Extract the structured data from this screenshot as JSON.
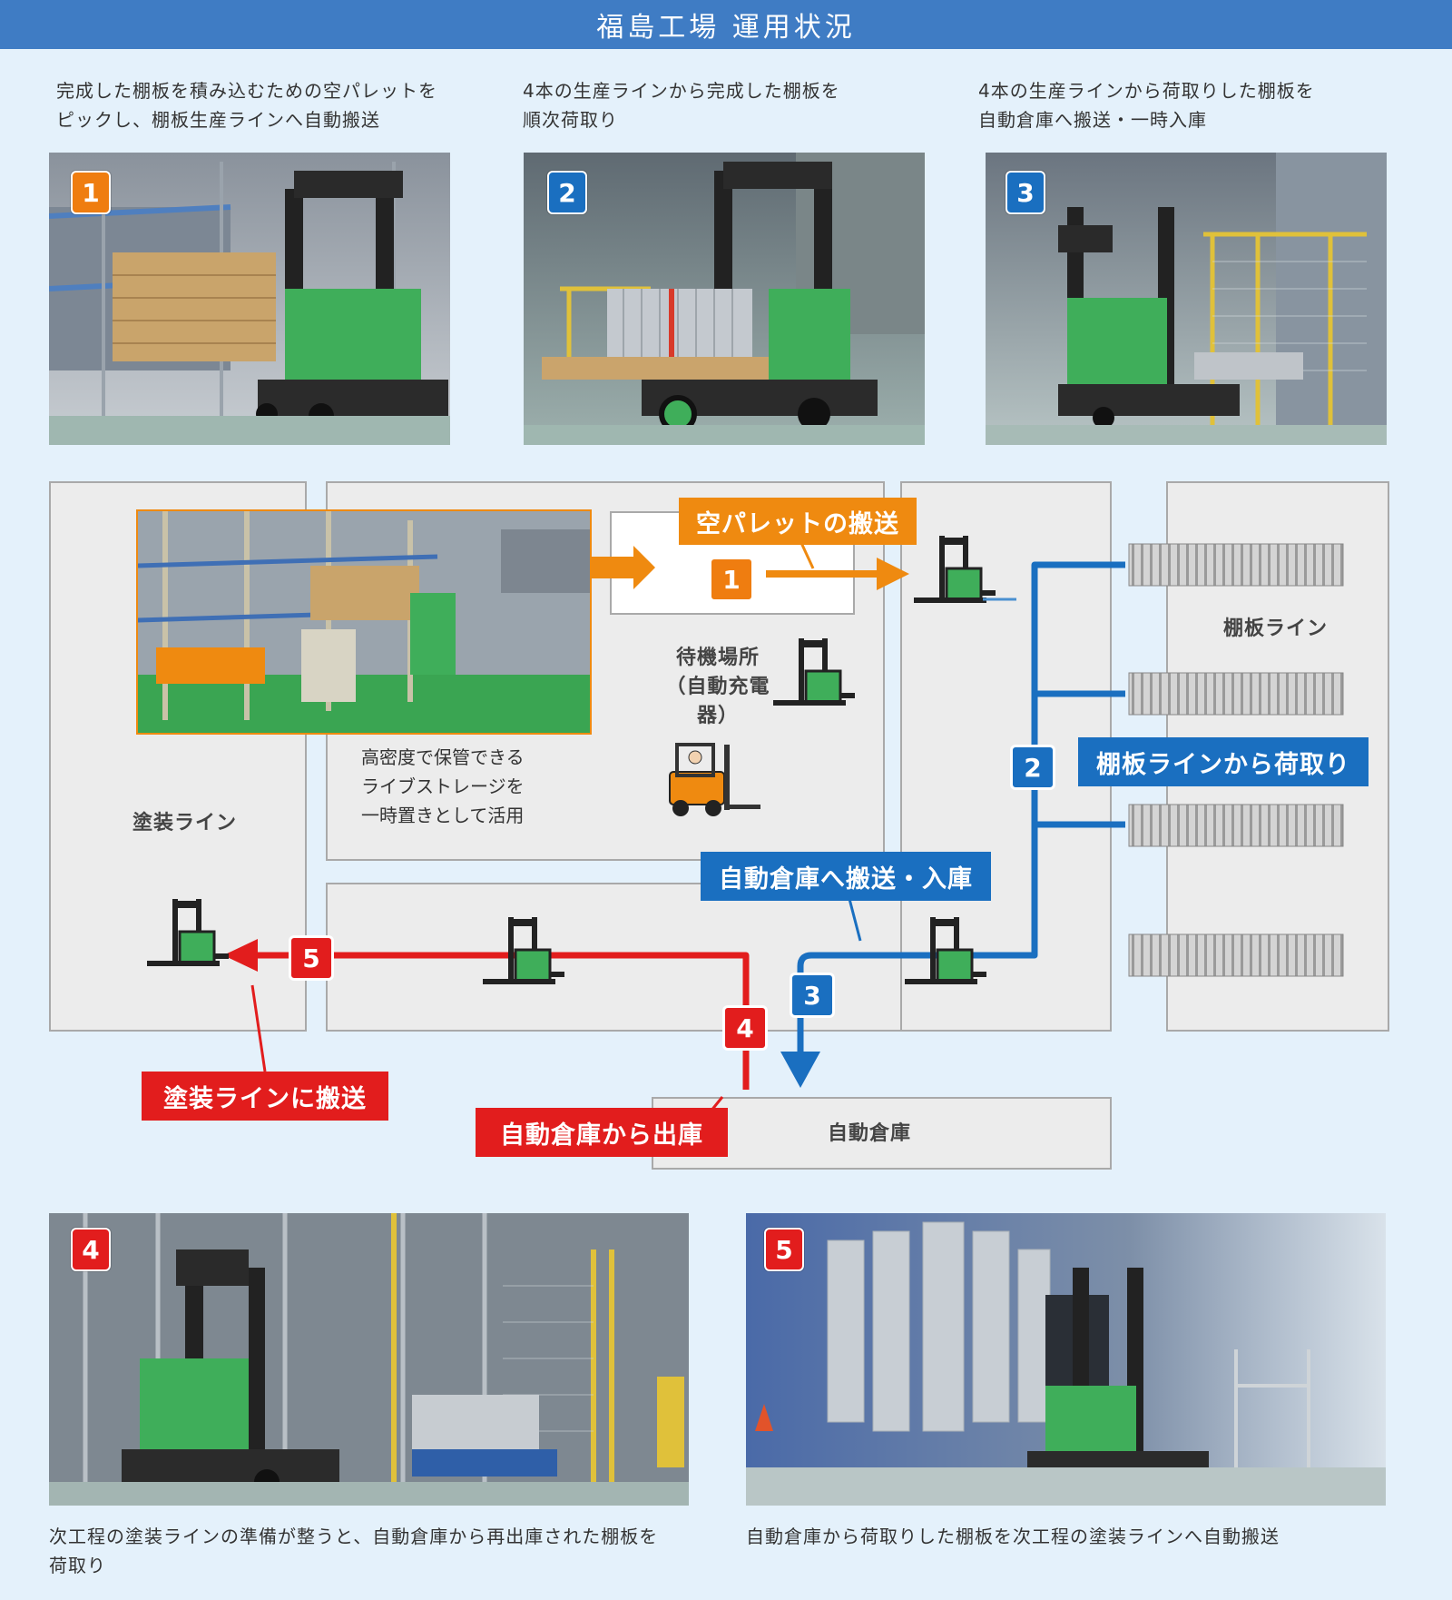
{
  "title": "福島工場 運用状況",
  "top_steps": [
    {
      "num": "1",
      "caption_line1": "完成した棚板を積み込むための空パレットを",
      "caption_line2": "ピックし、棚板生産ラインへ自動搬送"
    },
    {
      "num": "2",
      "caption_line1": "4本の生産ラインから完成した棚板を",
      "caption_line2": "順次荷取り"
    },
    {
      "num": "3",
      "caption_line1": "4本の生産ラインから荷取りした棚板を",
      "caption_line2": "自動倉庫へ搬送・一時入庫"
    }
  ],
  "diagram": {
    "zones": {
      "painting_line": "塗装ライン",
      "waiting_area_line1": "待機場所",
      "waiting_area_line2": "（自動充電器）",
      "storage_note_line1": "高密度で保管できる",
      "storage_note_line2": "ライブストレージを",
      "storage_note_line3": "一時置きとして活用",
      "shelf_line": "棚板ライン",
      "auto_warehouse": "自動倉庫"
    },
    "callouts": {
      "empty_pallet": "空パレットの搬送",
      "pick_from_shelf_line": "棚板ラインから荷取り",
      "to_warehouse": "自動倉庫へ搬送・入庫",
      "from_warehouse": "自動倉庫から出庫",
      "to_painting": "塗装ラインに搬送"
    },
    "step_markers": [
      "1",
      "2",
      "3",
      "4",
      "5"
    ]
  },
  "bottom_steps": [
    {
      "num": "4",
      "caption_line1": "次工程の塗装ラインの準備が整うと、自動倉庫から再出庫された棚板を",
      "caption_line2": "荷取り"
    },
    {
      "num": "5",
      "caption_line1": "自動倉庫から荷取りした棚板を次工程の塗装ラインへ自動搬送",
      "caption_line2": ""
    }
  ],
  "colors": {
    "header": "#3f7cc4",
    "orange": "#ef8a10",
    "blue": "#1a6fc0",
    "red": "#e21d1d",
    "forklift_green": "#3fae5a"
  },
  "icons": [
    "forklift-icon",
    "counterbalance-forklift-icon",
    "shelf-rack-icon",
    "arrow-icon"
  ]
}
